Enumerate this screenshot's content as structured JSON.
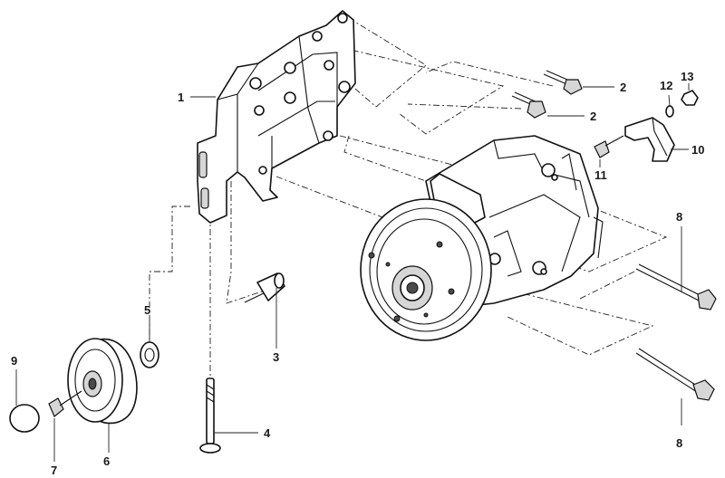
{
  "callouts": {
    "p1": "1",
    "p2a": "2",
    "p2b": "2",
    "p3": "3",
    "p4": "4",
    "p5": "5",
    "p6": "6",
    "p7": "7",
    "p8a": "8",
    "p8b": "8",
    "p9": "9",
    "p10": "10",
    "p11": "11",
    "p12": "12",
    "p13": "13"
  }
}
